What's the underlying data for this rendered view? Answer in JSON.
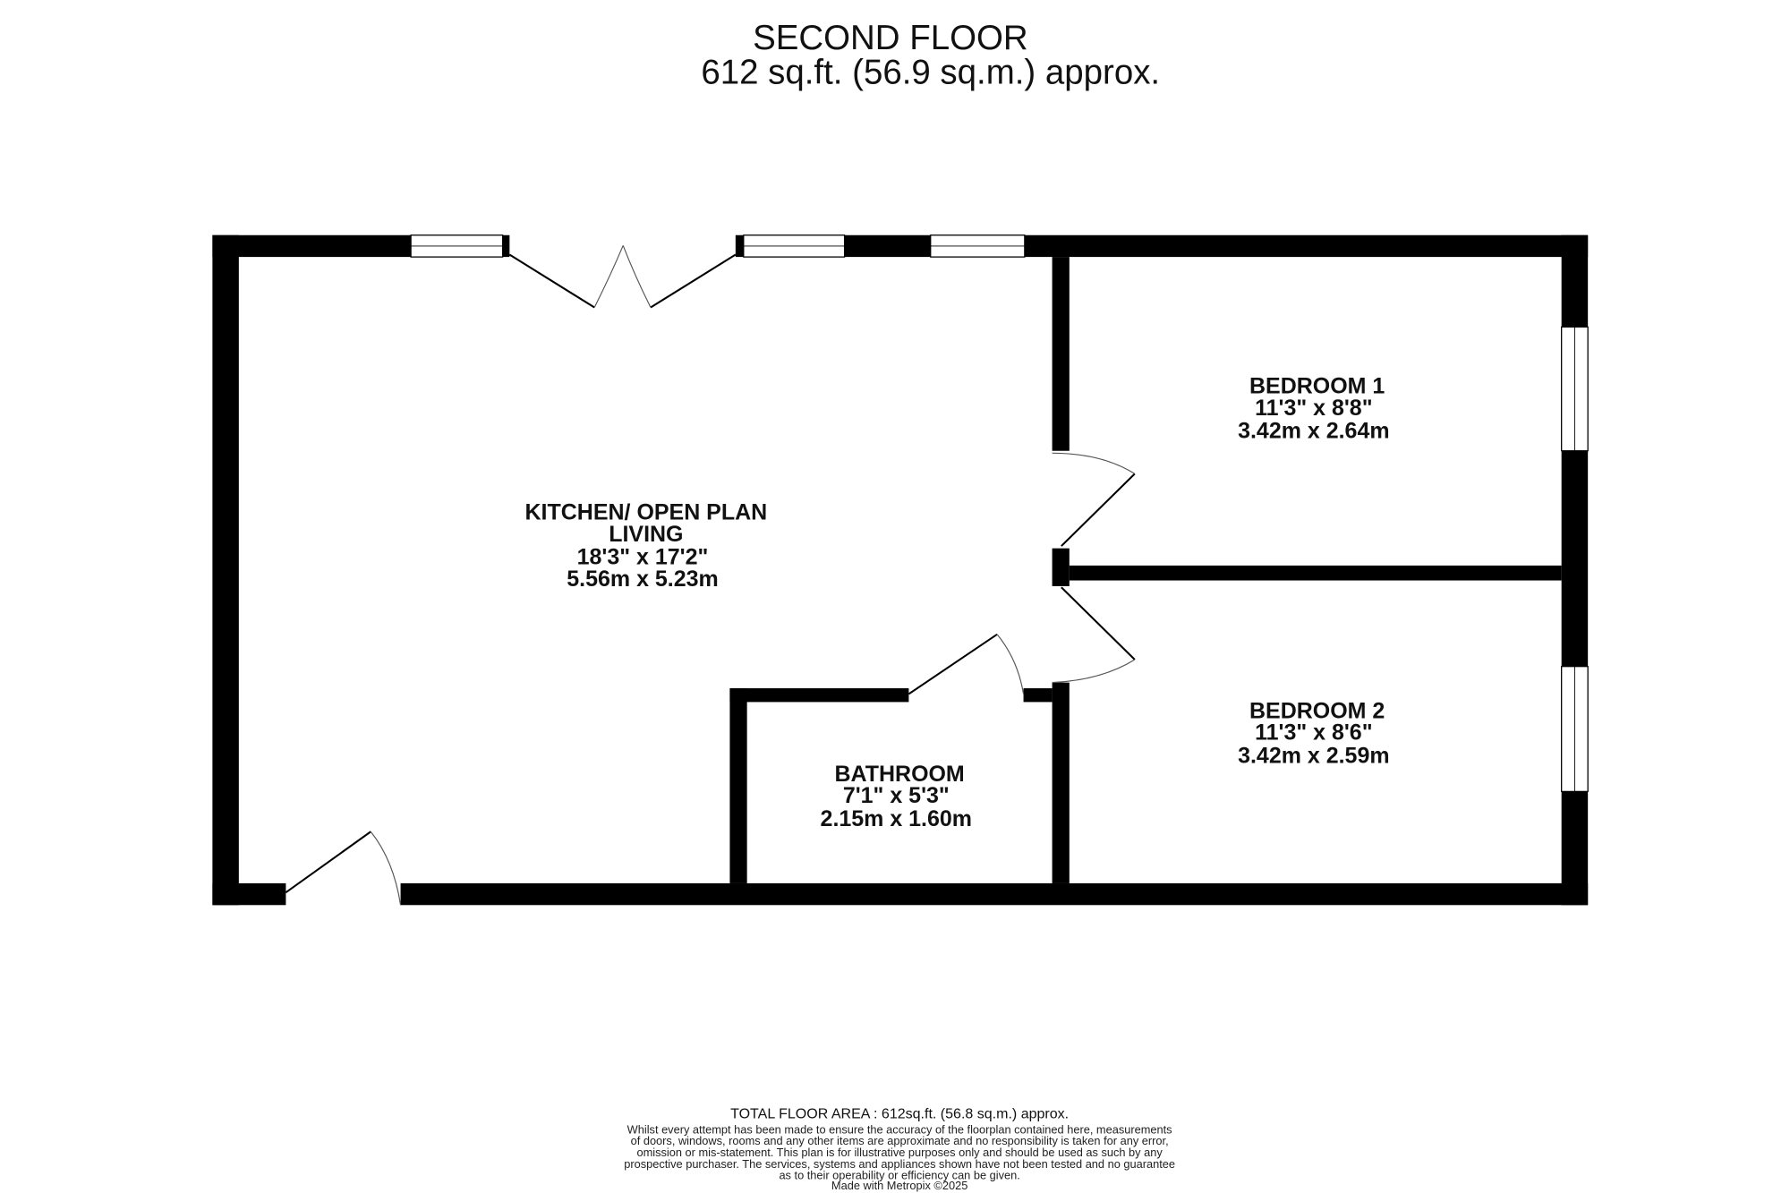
{
  "header": {
    "floor_name": "SECOND FLOOR",
    "floor_area": "612 sq.ft. (56.9 sq.m.) approx."
  },
  "rooms": [
    {
      "name": "KITCHEN/ OPEN PLAN",
      "name2": "LIVING",
      "imperial": "18'3\"  x 17'2\"",
      "metric": "5.56m  x 5.23m"
    },
    {
      "name": "BEDROOM 1",
      "imperial": "11'3\"  x 8'8\"",
      "metric": "3.42m  x 2.64m"
    },
    {
      "name": "BEDROOM 2",
      "imperial": "11'3\"  x 8'6\"",
      "metric": "3.42m  x 2.59m"
    },
    {
      "name": "BATHROOM",
      "imperial": "7'1\"  x 5'3\"",
      "metric": "2.15m  x 1.60m"
    }
  ],
  "footer": {
    "total": "TOTAL FLOOR AREA : 612sq.ft. (56.8 sq.m.) approx.",
    "disclaimer": [
      "Whilst every attempt has been made to ensure the accuracy of the floorplan contained here, measurements",
      "of doors, windows, rooms and any other items are approximate and no responsibility is taken for any error,",
      "omission or mis-statement. This plan is for illustrative purposes only and should be used as such by any",
      "prospective purchaser. The services, systems and appliances shown have not been tested and no guarantee",
      "as to their operability or efficiency can be given."
    ],
    "credit": "Made with Metropix ©2025"
  }
}
